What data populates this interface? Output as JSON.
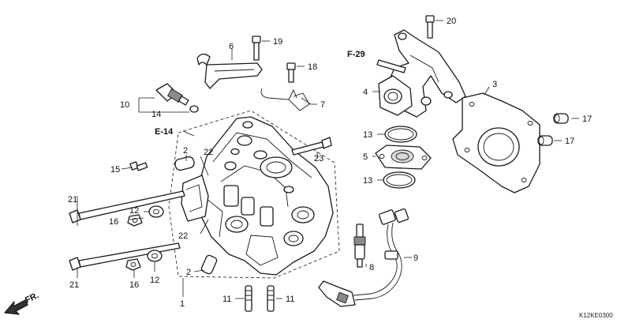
{
  "callouts": {
    "c2a": "2",
    "c2b": "2",
    "c3": "3",
    "c4": "4",
    "c5": "5",
    "c6": "6",
    "c7": "7",
    "c8": "8",
    "c9": "9",
    "c10": "10",
    "c11a": "11",
    "c11b": "11",
    "c12a": "12",
    "c12b": "12",
    "c13a": "13",
    "c13b": "13",
    "c14": "14",
    "c15": "15",
    "c16a": "16",
    "c16b": "16",
    "c17a": "17",
    "c17b": "17",
    "c18": "18",
    "c19": "19",
    "c20": "20",
    "c21a": "21",
    "c21b": "21",
    "c22a": "22",
    "c22b": "22",
    "c23": "23"
  },
  "references": {
    "e14": "E-14",
    "f29": "F-29",
    "front": "FR."
  },
  "diagram_code": "K12KE0300"
}
